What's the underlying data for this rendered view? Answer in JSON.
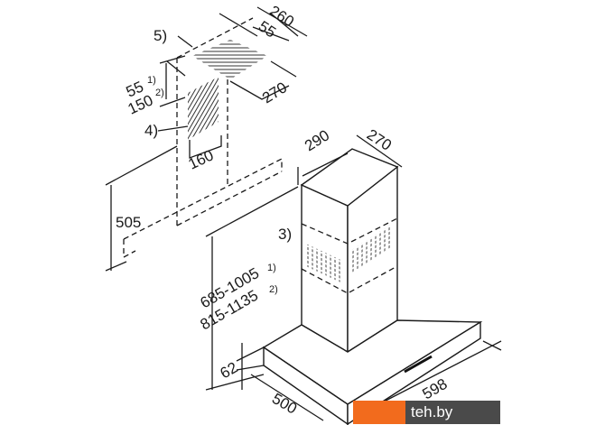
{
  "diagram": {
    "labels": {
      "dim_260": "260",
      "dim_55_top": "55",
      "note_5": "5)",
      "dim_55": "55",
      "sup_1a": "1)",
      "dim_150": "150",
      "sup_2a": "2)",
      "note_4": "4)",
      "dim_160": "160",
      "dim_270_top": "270",
      "dim_290": "290",
      "dim_270": "270",
      "dim_505": "505",
      "note_3": "3)",
      "height_range_1": "685-1005",
      "sup_1b": "1)",
      "height_range_2": "815-1135",
      "sup_2b": "2)",
      "dim_62": "62",
      "dim_500": "500",
      "dim_598": "598"
    },
    "watermark": "teh.by",
    "colors": {
      "line": "#1a1a1a",
      "watermark_orange": "#f26b1d",
      "watermark_grey": "#4a4a4a"
    }
  }
}
